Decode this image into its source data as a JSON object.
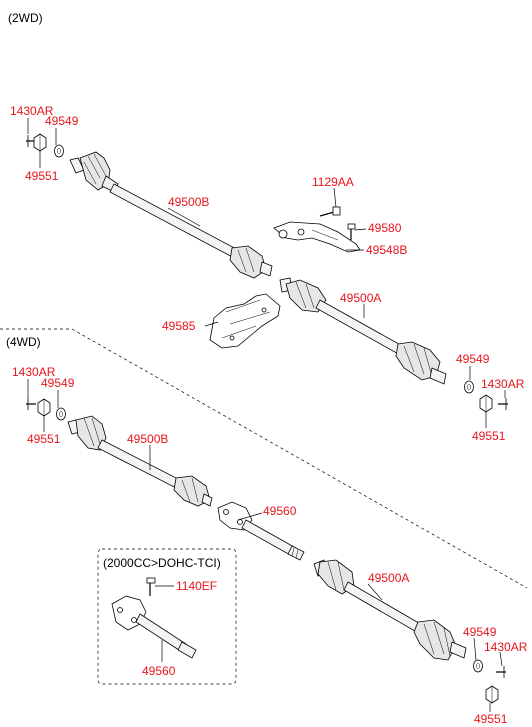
{
  "sections": {
    "two_wd": "(2WD)",
    "four_wd": "(4WD)",
    "option_box": "(2000CC>DOHC-TCI)"
  },
  "labels": {
    "w1430ar_a": "1430AR",
    "w49549_a": "49549",
    "w49551_a": "49551",
    "w49500b_a": "49500B",
    "w1129aa": "1129AA",
    "w49580": "49580",
    "w49548b": "49548B",
    "w49500a_a": "49500A",
    "w49585": "49585",
    "w49549_b": "49549",
    "w1430ar_b": "1430AR",
    "w49551_b": "49551",
    "f1430ar_a": "1430AR",
    "f49549_a": "49549",
    "f49551_a": "49551",
    "f49500b": "49500B",
    "f49560_a": "49560",
    "f49500a": "49500A",
    "f1140ef": "1140EF",
    "f49560_b": "49560",
    "f49549_b": "49549",
    "f1430ar_b": "1430AR",
    "f49551_b": "49551"
  },
  "colors": {
    "label": "#e8141c",
    "line": "#000000",
    "background": "#ffffff"
  }
}
